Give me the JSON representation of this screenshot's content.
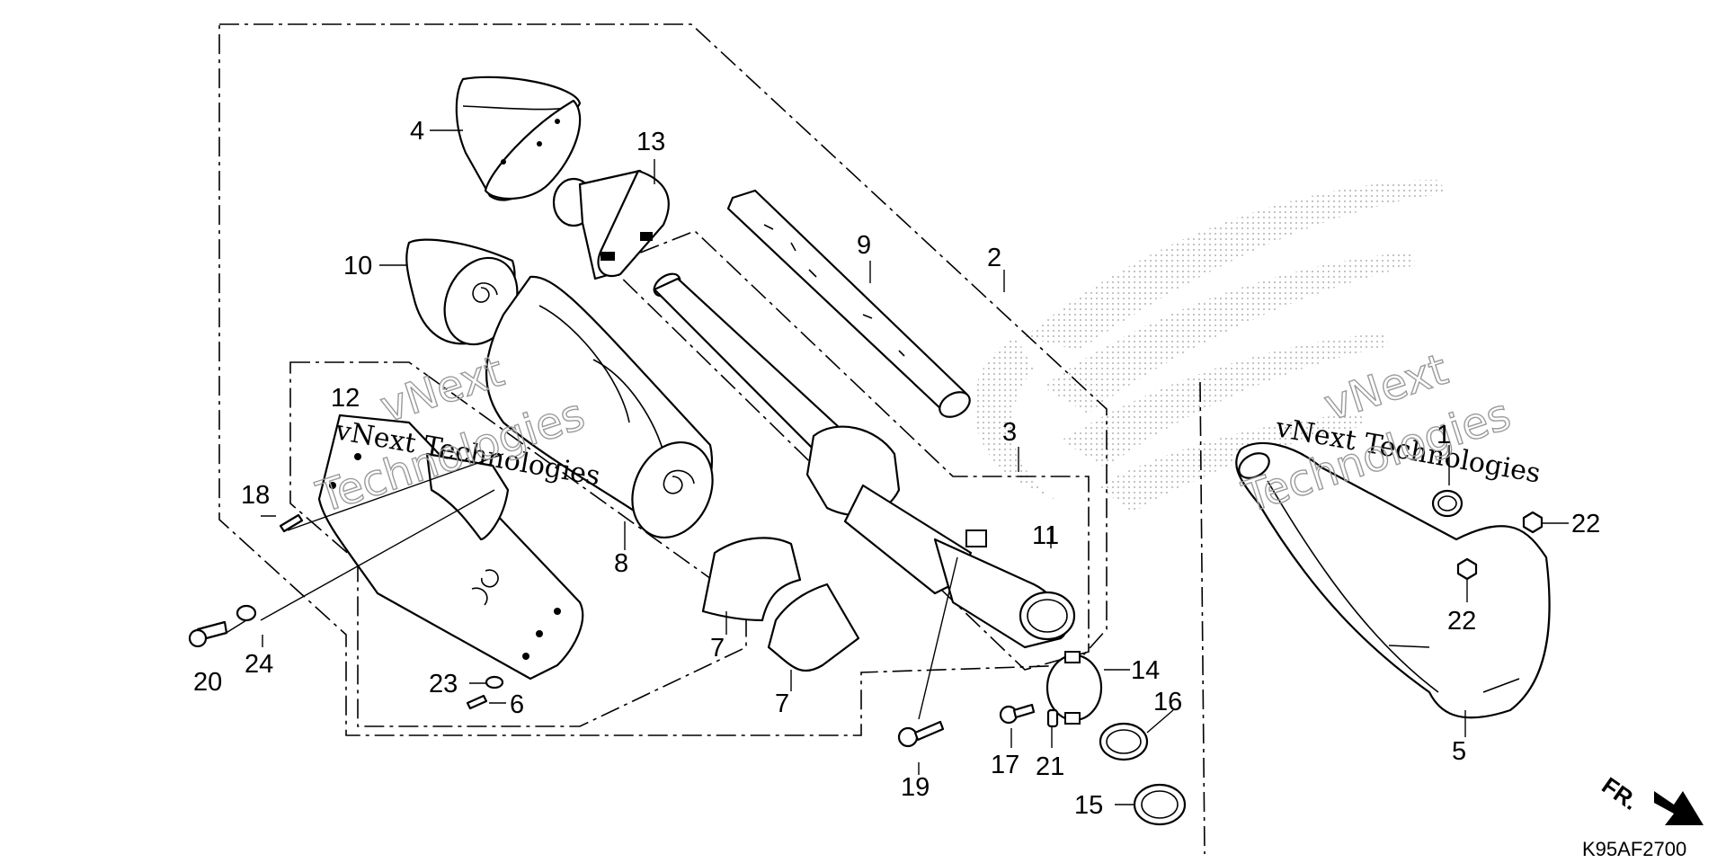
{
  "diagram": {
    "figure_code": "K95AF2700",
    "direction_label": "FR.",
    "watermark": {
      "line1": "vNext Technologies",
      "line2a": "vNext",
      "line2b": "Technologies"
    },
    "callouts": [
      "1",
      "2",
      "3",
      "4",
      "5",
      "6",
      "7",
      "7",
      "8",
      "9",
      "10",
      "11",
      "12",
      "13",
      "14",
      "15",
      "16",
      "17",
      "18",
      "19",
      "20",
      "21",
      "22",
      "22",
      "23",
      "24"
    ]
  }
}
